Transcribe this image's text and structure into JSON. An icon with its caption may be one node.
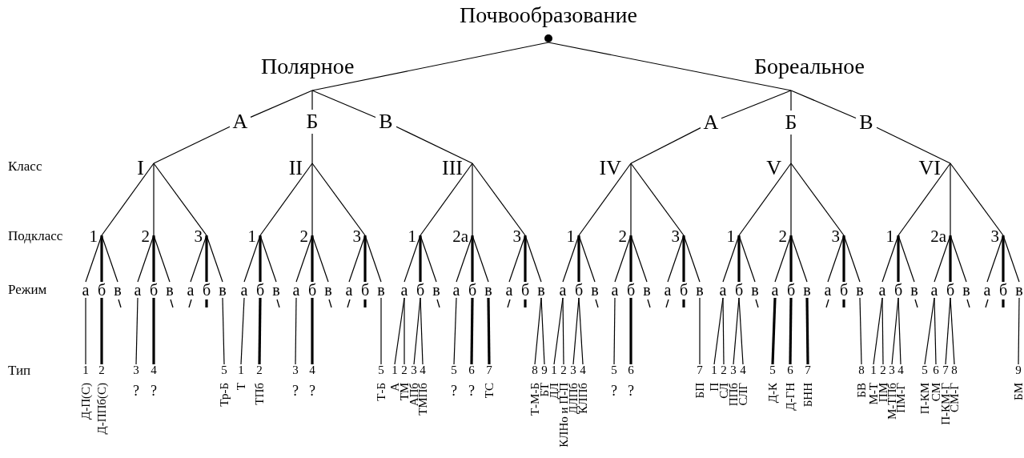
{
  "diagram": {
    "nodes": [
      {
        "text": [
          "Почвообразование"
        ]
      },
      {
        "text": [
          "Полярное"
        ]
      },
      {
        "text": [
          "Бореальное"
        ]
      },
      {
        "text": [
          "А"
        ]
      },
      {
        "text": [
          "Б"
        ]
      },
      {
        "text": [
          "В"
        ]
      },
      {
        "text": [
          "А"
        ]
      },
      {
        "text": [
          "Б"
        ]
      },
      {
        "text": [
          "В"
        ]
      },
      {
        "text": [
          "I"
        ]
      },
      {
        "text": [
          "II"
        ]
      },
      {
        "text": [
          "III"
        ]
      },
      {
        "text": [
          "IV"
        ]
      },
      {
        "text": [
          "V"
        ]
      },
      {
        "text": [
          "VI"
        ]
      },
      {
        "text": [
          "1"
        ]
      },
      {
        "text": [
          "2"
        ]
      },
      {
        "text": [
          "3"
        ]
      },
      {
        "text": [
          "1"
        ]
      },
      {
        "text": [
          "2"
        ]
      },
      {
        "text": [
          "3"
        ]
      },
      {
        "text": [
          "1"
        ]
      },
      {
        "text": [
          "2а"
        ]
      },
      {
        "text": [
          "3"
        ]
      },
      {
        "text": [
          "1"
        ]
      },
      {
        "text": [
          "2"
        ]
      },
      {
        "text": [
          "3"
        ]
      },
      {
        "text": [
          "1"
        ]
      },
      {
        "text": [
          "2"
        ]
      },
      {
        "text": [
          "3"
        ]
      },
      {
        "text": [
          "1"
        ]
      },
      {
        "text": [
          "2а"
        ]
      },
      {
        "text": [
          "3"
        ]
      },
      {
        "text": [
          "а"
        ]
      },
      {
        "text": [
          "б"
        ]
      },
      {
        "text": [
          "в"
        ]
      },
      {
        "text": [
          "а"
        ]
      },
      {
        "text": [
          "б"
        ]
      },
      {
        "text": [
          "в"
        ]
      },
      {
        "text": [
          "а"
        ]
      },
      {
        "text": [
          "б"
        ]
      },
      {
        "text": [
          "в"
        ]
      },
      {
        "text": [
          "а"
        ]
      },
      {
        "text": [
          "б"
        ]
      },
      {
        "text": [
          "в"
        ]
      },
      {
        "text": [
          "а"
        ]
      },
      {
        "text": [
          "б"
        ]
      },
      {
        "text": [
          "в"
        ]
      },
      {
        "text": [
          "а"
        ]
      },
      {
        "text": [
          "б"
        ]
      },
      {
        "text": [
          "в"
        ]
      },
      {
        "text": [
          "а"
        ]
      },
      {
        "text": [
          "б"
        ]
      },
      {
        "text": [
          "в"
        ]
      },
      {
        "text": [
          "а"
        ]
      },
      {
        "text": [
          "б"
        ]
      },
      {
        "text": [
          "в"
        ]
      },
      {
        "text": [
          "а"
        ]
      },
      {
        "text": [
          "б"
        ]
      },
      {
        "text": [
          "в"
        ]
      },
      {
        "text": [
          "а"
        ]
      },
      {
        "text": [
          "б"
        ]
      },
      {
        "text": [
          "в"
        ]
      },
      {
        "text": [
          "а"
        ]
      },
      {
        "text": [
          "б"
        ]
      },
      {
        "text": [
          "в"
        ]
      },
      {
        "text": [
          "а"
        ]
      },
      {
        "text": [
          "б"
        ]
      },
      {
        "text": [
          "в"
        ]
      },
      {
        "text": [
          "а"
        ]
      },
      {
        "text": [
          "б"
        ]
      },
      {
        "text": [
          "в"
        ]
      },
      {
        "text": [
          "а"
        ]
      },
      {
        "text": [
          "б"
        ]
      },
      {
        "text": [
          "в"
        ]
      },
      {
        "text": [
          "а"
        ]
      },
      {
        "text": [
          "б"
        ]
      },
      {
        "text": [
          "в"
        ]
      },
      {
        "text": [
          "а"
        ]
      },
      {
        "text": [
          "б"
        ]
      },
      {
        "text": [
          "в"
        ]
      },
      {
        "text": [
          "а"
        ]
      },
      {
        "text": [
          "б"
        ]
      },
      {
        "text": [
          "в"
        ]
      },
      {
        "text": [
          "а"
        ]
      },
      {
        "text": [
          "б"
        ]
      },
      {
        "text": [
          "в"
        ]
      },
      {
        "text": [
          "1",
          "Д-П(С)"
        ]
      },
      {
        "text": [
          "2",
          "Д-ППб(С)"
        ]
      },
      {
        "text": [
          "3",
          "?"
        ]
      },
      {
        "text": [
          "4",
          "?"
        ]
      },
      {
        "text": [
          "5",
          "Тр-Б"
        ]
      },
      {
        "text": [
          "1",
          "Т"
        ]
      },
      {
        "text": [
          "2",
          "ТПб"
        ]
      },
      {
        "text": [
          "3",
          "?"
        ]
      },
      {
        "text": [
          "4",
          "?"
        ]
      },
      {
        "text": [
          "5",
          "Т-Б"
        ]
      },
      {
        "text": [
          "1",
          "А"
        ]
      },
      {
        "text": [
          "2",
          "ТМ"
        ]
      },
      {
        "text": [
          "3",
          "АПб"
        ]
      },
      {
        "text": [
          "4",
          "ТМПб"
        ]
      },
      {
        "text": [
          "5",
          "?"
        ]
      },
      {
        "text": [
          "6",
          "?"
        ]
      },
      {
        "text": [
          "7",
          "ТС"
        ]
      },
      {
        "text": [
          "8",
          "Т-М-Б"
        ]
      },
      {
        "text": [
          "9",
          "БТ"
        ]
      },
      {
        "text": [
          "1",
          "ДЛ"
        ]
      },
      {
        "text": [
          "2",
          "КЛНо и П-П"
        ]
      },
      {
        "text": [
          "3",
          "ДЛПб"
        ]
      },
      {
        "text": [
          "4",
          "КЛПб"
        ]
      },
      {
        "text": [
          "5",
          "?"
        ]
      },
      {
        "text": [
          "6",
          "?"
        ]
      },
      {
        "text": [
          "7",
          "БП"
        ]
      },
      {
        "text": [
          "1",
          "П"
        ]
      },
      {
        "text": [
          "2",
          "СЛ"
        ]
      },
      {
        "text": [
          "3",
          "ППб"
        ]
      },
      {
        "text": [
          "4",
          "СЛГ"
        ]
      },
      {
        "text": [
          "5",
          "Д-К"
        ]
      },
      {
        "text": [
          "6",
          "Д-ГН"
        ]
      },
      {
        "text": [
          "7",
          "БНН"
        ]
      },
      {
        "text": [
          "8",
          "БВ"
        ]
      },
      {
        "text": [
          "1",
          "М-Т"
        ]
      },
      {
        "text": [
          "2",
          "ПМ"
        ]
      },
      {
        "text": [
          "3",
          "М-ТПб"
        ]
      },
      {
        "text": [
          "4",
          "ПМ-Г"
        ]
      },
      {
        "text": [
          "5",
          "П-КМ"
        ]
      },
      {
        "text": [
          "6",
          "СМ"
        ]
      },
      {
        "text": [
          "7",
          "П-КМ-Г"
        ]
      },
      {
        "text": [
          "8",
          "СМ-Г"
        ]
      },
      {
        "text": [
          "9",
          "БМ"
        ]
      }
    ],
    "edges": [
      {
        "from": 0,
        "to": 1,
        "arrow": "none"
      },
      {
        "from": 0,
        "to": 2,
        "arrow": "none"
      },
      {
        "from": 1,
        "to": 3,
        "arrow": "none"
      },
      {
        "from": 1,
        "to": 4,
        "arrow": "none"
      },
      {
        "from": 1,
        "to": 5,
        "arrow": "none"
      },
      {
        "from": 2,
        "to": 6,
        "arrow": "none"
      },
      {
        "from": 2,
        "to": 7,
        "arrow": "none"
      },
      {
        "from": 2,
        "to": 8,
        "arrow": "none"
      },
      {
        "from": 3,
        "to": 9,
        "arrow": "none"
      },
      {
        "from": 4,
        "to": 10,
        "arrow": "none"
      },
      {
        "from": 5,
        "to": 11,
        "arrow": "none"
      },
      {
        "from": 6,
        "to": 12,
        "arrow": "none"
      },
      {
        "from": 7,
        "to": 13,
        "arrow": "none"
      },
      {
        "from": 8,
        "to": 14,
        "arrow": "none"
      },
      {
        "from": 9,
        "to": 15,
        "arrow": "none"
      },
      {
        "from": 9,
        "to": 16,
        "arrow": "none"
      },
      {
        "from": 9,
        "to": 17,
        "arrow": "none"
      },
      {
        "from": 10,
        "to": 18,
        "arrow": "none"
      },
      {
        "from": 10,
        "to": 19,
        "arrow": "none"
      },
      {
        "from": 10,
        "to": 20,
        "arrow": "none"
      },
      {
        "from": 11,
        "to": 21,
        "arrow": "none"
      },
      {
        "from": 11,
        "to": 22,
        "arrow": "none"
      },
      {
        "from": 11,
        "to": 23,
        "arrow": "none"
      },
      {
        "from": 12,
        "to": 24,
        "arrow": "none"
      },
      {
        "from": 12,
        "to": 25,
        "arrow": "none"
      },
      {
        "from": 12,
        "to": 26,
        "arrow": "none"
      },
      {
        "from": 13,
        "to": 27,
        "arrow": "none"
      },
      {
        "from": 13,
        "to": 28,
        "arrow": "none"
      },
      {
        "from": 13,
        "to": 29,
        "arrow": "none"
      },
      {
        "from": 14,
        "to": 30,
        "arrow": "none"
      },
      {
        "from": 14,
        "to": 31,
        "arrow": "none"
      },
      {
        "from": 14,
        "to": 32,
        "arrow": "none"
      },
      {
        "from": 15,
        "to": 33,
        "arrow": "none"
      },
      {
        "from": 15,
        "to": 34,
        "arrow": "none",
        "style": "thick"
      },
      {
        "from": 15,
        "to": 35,
        "arrow": "none"
      },
      {
        "from": 16,
        "to": 36,
        "arrow": "none"
      },
      {
        "from": 16,
        "to": 37,
        "arrow": "none",
        "style": "thick"
      },
      {
        "from": 16,
        "to": 38,
        "arrow": "none"
      },
      {
        "from": 17,
        "to": 39,
        "arrow": "none"
      },
      {
        "from": 17,
        "to": 40,
        "arrow": "none",
        "style": "thick"
      },
      {
        "from": 17,
        "to": 41,
        "arrow": "none"
      },
      {
        "from": 18,
        "to": 42,
        "arrow": "none"
      },
      {
        "from": 18,
        "to": 43,
        "arrow": "none",
        "style": "thick"
      },
      {
        "from": 18,
        "to": 44,
        "arrow": "none"
      },
      {
        "from": 19,
        "to": 45,
        "arrow": "none"
      },
      {
        "from": 19,
        "to": 46,
        "arrow": "none",
        "style": "thick"
      },
      {
        "from": 19,
        "to": 47,
        "arrow": "none"
      },
      {
        "from": 20,
        "to": 48,
        "arrow": "none"
      },
      {
        "from": 20,
        "to": 49,
        "arrow": "none",
        "style": "thick"
      },
      {
        "from": 20,
        "to": 50,
        "arrow": "none"
      },
      {
        "from": 21,
        "to": 51,
        "arrow": "none"
      },
      {
        "from": 21,
        "to": 52,
        "arrow": "none",
        "style": "thick"
      },
      {
        "from": 21,
        "to": 53,
        "arrow": "none"
      },
      {
        "from": 22,
        "to": 54,
        "arrow": "none"
      },
      {
        "from": 22,
        "to": 55,
        "arrow": "none",
        "style": "thick"
      },
      {
        "from": 22,
        "to": 56,
        "arrow": "none"
      },
      {
        "from": 23,
        "to": 57,
        "arrow": "none"
      },
      {
        "from": 23,
        "to": 58,
        "arrow": "none",
        "style": "thick"
      },
      {
        "from": 23,
        "to": 59,
        "arrow": "none"
      },
      {
        "from": 24,
        "to": 60,
        "arrow": "none"
      },
      {
        "from": 24,
        "to": 61,
        "arrow": "none",
        "style": "thick"
      },
      {
        "from": 24,
        "to": 62,
        "arrow": "none"
      },
      {
        "from": 25,
        "to": 63,
        "arrow": "none"
      },
      {
        "from": 25,
        "to": 64,
        "arrow": "none",
        "style": "thick"
      },
      {
        "from": 25,
        "to": 65,
        "arrow": "none"
      },
      {
        "from": 26,
        "to": 66,
        "arrow": "none"
      },
      {
        "from": 26,
        "to": 67,
        "arrow": "none",
        "style": "thick"
      },
      {
        "from": 26,
        "to": 68,
        "arrow": "none"
      },
      {
        "from": 27,
        "to": 69,
        "arrow": "none"
      },
      {
        "from": 27,
        "to": 70,
        "arrow": "none",
        "style": "thick"
      },
      {
        "from": 27,
        "to": 71,
        "arrow": "none"
      },
      {
        "from": 28,
        "to": 72,
        "arrow": "none"
      },
      {
        "from": 28,
        "to": 73,
        "arrow": "none",
        "style": "thick"
      },
      {
        "from": 28,
        "to": 74,
        "arrow": "none"
      },
      {
        "from": 29,
        "to": 75,
        "arrow": "none"
      },
      {
        "from": 29,
        "to": 76,
        "arrow": "none",
        "style": "thick"
      },
      {
        "from": 29,
        "to": 77,
        "arrow": "none"
      },
      {
        "from": 30,
        "to": 78,
        "arrow": "none"
      },
      {
        "from": 30,
        "to": 79,
        "arrow": "none",
        "style": "thick"
      },
      {
        "from": 30,
        "to": 80,
        "arrow": "none"
      },
      {
        "from": 31,
        "to": 81,
        "arrow": "none"
      },
      {
        "from": 31,
        "to": 82,
        "arrow": "none",
        "style": "thick"
      },
      {
        "from": 31,
        "to": 83,
        "arrow": "none"
      },
      {
        "from": 32,
        "to": 84,
        "arrow": "none"
      },
      {
        "from": 32,
        "to": 85,
        "arrow": "none",
        "style": "thick"
      },
      {
        "from": 32,
        "to": 86,
        "arrow": "none"
      },
      {
        "from": 33,
        "to": 87,
        "arrow": "none"
      },
      {
        "from": 34,
        "to": 88,
        "arrow": "none",
        "style": "thick"
      },
      {
        "from": 36,
        "to": 89,
        "arrow": "none"
      },
      {
        "from": 37,
        "to": 90,
        "arrow": "none",
        "style": "thick"
      },
      {
        "from": 41,
        "to": 91,
        "arrow": "none"
      },
      {
        "from": 42,
        "to": 92,
        "arrow": "none"
      },
      {
        "from": 43,
        "to": 93,
        "arrow": "none",
        "style": "thick"
      },
      {
        "from": 45,
        "to": 94,
        "arrow": "none"
      },
      {
        "from": 46,
        "to": 95,
        "arrow": "none",
        "style": "thick"
      },
      {
        "from": 50,
        "to": 96,
        "arrow": "none"
      },
      {
        "from": 51,
        "to": 97,
        "arrow": "none"
      },
      {
        "from": 51,
        "to": 98,
        "arrow": "none"
      },
      {
        "from": 52,
        "to": 99,
        "arrow": "none"
      },
      {
        "from": 52,
        "to": 100,
        "arrow": "none"
      },
      {
        "from": 54,
        "to": 101,
        "arrow": "none"
      },
      {
        "from": 55,
        "to": 102,
        "arrow": "none",
        "style": "thick"
      },
      {
        "from": 56,
        "to": 103,
        "arrow": "none",
        "style": "thick"
      },
      {
        "from": 59,
        "to": 104,
        "arrow": "none"
      },
      {
        "from": 59,
        "to": 105,
        "arrow": "none"
      },
      {
        "from": 60,
        "to": 106,
        "arrow": "none"
      },
      {
        "from": 60,
        "to": 107,
        "arrow": "none"
      },
      {
        "from": 61,
        "to": 108,
        "arrow": "none"
      },
      {
        "from": 61,
        "to": 109,
        "arrow": "none"
      },
      {
        "from": 63,
        "to": 110,
        "arrow": "none"
      },
      {
        "from": 64,
        "to": 111,
        "arrow": "none",
        "style": "thick"
      },
      {
        "from": 68,
        "to": 112,
        "arrow": "none"
      },
      {
        "from": 69,
        "to": 113,
        "arrow": "none"
      },
      {
        "from": 69,
        "to": 114,
        "arrow": "none"
      },
      {
        "from": 70,
        "to": 115,
        "arrow": "none"
      },
      {
        "from": 70,
        "to": 116,
        "arrow": "none"
      },
      {
        "from": 72,
        "to": 117,
        "arrow": "none",
        "style": "thick"
      },
      {
        "from": 73,
        "to": 118,
        "arrow": "none",
        "style": "thick"
      },
      {
        "from": 74,
        "to": 119,
        "arrow": "none",
        "style": "thick"
      },
      {
        "from": 77,
        "to": 120,
        "arrow": "none"
      },
      {
        "from": 78,
        "to": 121,
        "arrow": "none"
      },
      {
        "from": 78,
        "to": 122,
        "arrow": "none"
      },
      {
        "from": 79,
        "to": 123,
        "arrow": "none"
      },
      {
        "from": 79,
        "to": 124,
        "arrow": "none"
      },
      {
        "from": 81,
        "to": 125,
        "arrow": "none"
      },
      {
        "from": 81,
        "to": 126,
        "arrow": "none"
      },
      {
        "from": 82,
        "to": 127,
        "arrow": "none"
      },
      {
        "from": 82,
        "to": 128,
        "arrow": "none"
      },
      {
        "from": 86,
        "to": 129,
        "arrow": "none"
      }
    ],
    "labels": [
      "Класс",
      "Подкласс",
      "Режим",
      "Тип"
    ]
  }
}
